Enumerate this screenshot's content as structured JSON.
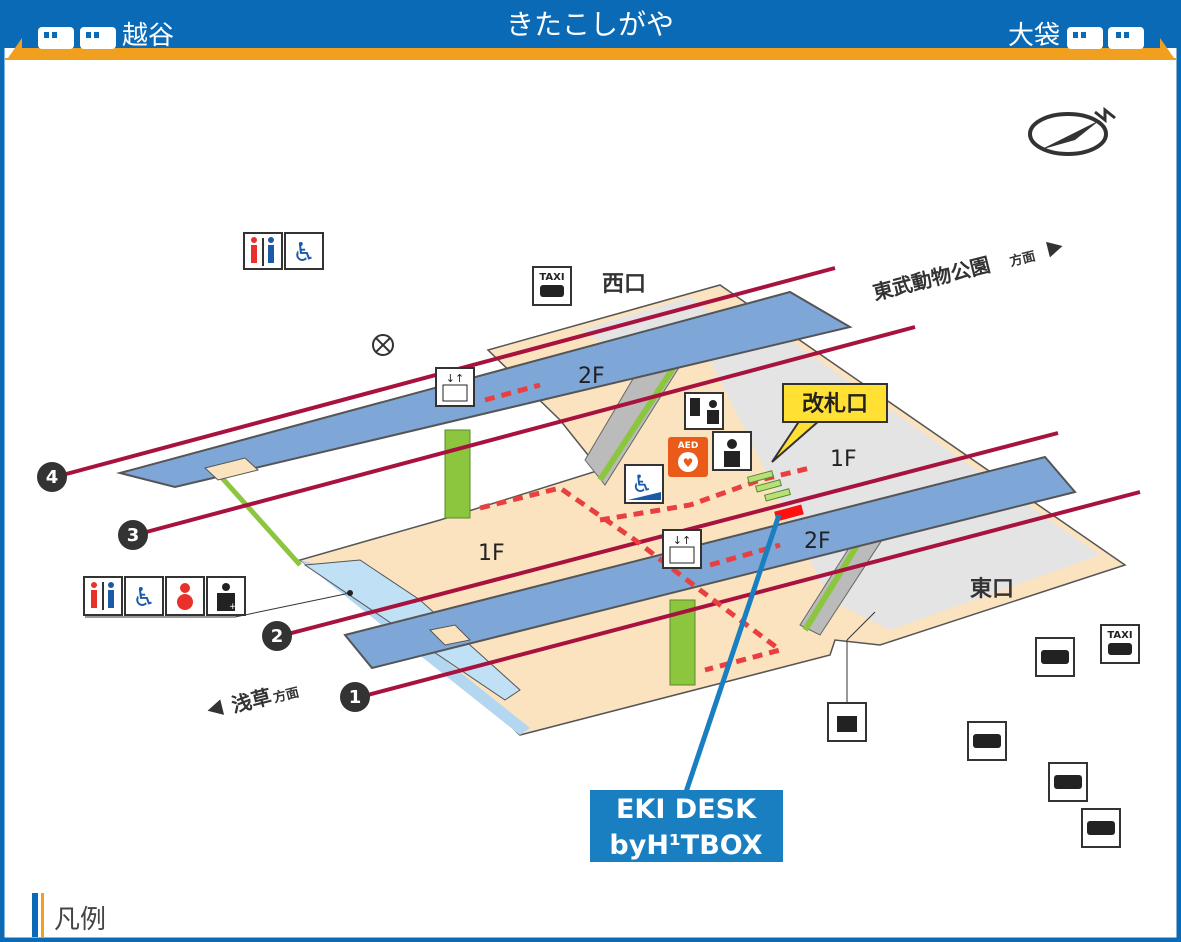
{
  "header": {
    "title": "きたこしがや",
    "left_direction": "越谷",
    "right_direction": "大袋"
  },
  "colors": {
    "frame": "#0a6ab6",
    "accent": "#f0a01e",
    "platform": "#7ea7d8",
    "floor": "#fbe3c0",
    "concourse": "#e4e4e4",
    "track": "#a8123e",
    "gate_label": "#ffe033",
    "eki_desk": "#1a7fc1"
  },
  "directions": {
    "north": "東武動物公園",
    "north_suffix": "方面",
    "south": "浅草",
    "south_suffix": "方面"
  },
  "exits": {
    "west": "西口",
    "east": "東口"
  },
  "floors": {
    "upper_west": "2F",
    "upper_east": "2F",
    "ground_west": "1F",
    "ground_east": "1F"
  },
  "platforms": [
    "1",
    "2",
    "3",
    "4"
  ],
  "gate": {
    "label": "改札口"
  },
  "eki_desk": {
    "line1": "EKI DESK",
    "line2": "byH¹TBOX"
  },
  "icons": {
    "taxi": "TAXI",
    "aed": "AED"
  },
  "legend": {
    "title": "凡例"
  }
}
